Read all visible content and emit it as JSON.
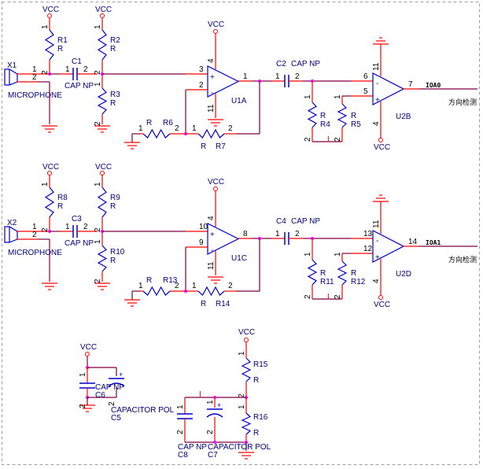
{
  "colors": {
    "wire": "#800040",
    "pin": "#ff0000",
    "symbol": "#0000cc",
    "junction": "#ff00ff",
    "label": "#000080",
    "border": "#a0a0a0"
  },
  "power_label": "VCC",
  "pin_one": "1",
  "pin_two": "2",
  "cn_label": "方向检测",
  "channels": [
    {
      "mic": "X1",
      "mic_type": "MICROPHONE",
      "r_a": "R1",
      "cap_in": "C1",
      "r_b": "R2",
      "r_c": "R3",
      "op1": "U1A",
      "r_g": "R6",
      "r_f": "R7",
      "cap_mid": "C2",
      "r_d": "R4",
      "r_e": "R5",
      "op2": "U2B",
      "net": "IOA0",
      "op1_pins": {
        "plus": "3",
        "minus": "2",
        "out": "1",
        "vcc": "4",
        "gnd": "11"
      },
      "op2_pins": {
        "minus": "6",
        "plus": "5",
        "out": "7",
        "top": "11",
        "bottom": "4"
      }
    },
    {
      "mic": "X2",
      "mic_type": "MICROPHONE",
      "r_a": "R8",
      "cap_in": "C3",
      "r_b": "R9",
      "r_c": "R10",
      "op1": "U1C",
      "r_g": "R13",
      "r_f": "R14",
      "cap_mid": "C4",
      "r_d": "R11",
      "r_e": "R12",
      "op2": "U2D",
      "net": "IOA1",
      "op1_pins": {
        "plus": "10",
        "minus": "9",
        "out": "8",
        "vcc": "4",
        "gnd": "11"
      },
      "op2_pins": {
        "minus": "13",
        "plus": "12",
        "out": "14",
        "top": "11",
        "bottom": "4"
      }
    }
  ],
  "values": {
    "resistor": "R",
    "cap_np": "CAP NP",
    "cap_pol": "CAPACITOR POL",
    "plus": "+",
    "minus": "-",
    "marker": "I"
  },
  "bottom": {
    "c6": "C6",
    "c5": "C5",
    "c8": "C8",
    "c7": "C7",
    "r15": "R15",
    "r16": "R16"
  }
}
